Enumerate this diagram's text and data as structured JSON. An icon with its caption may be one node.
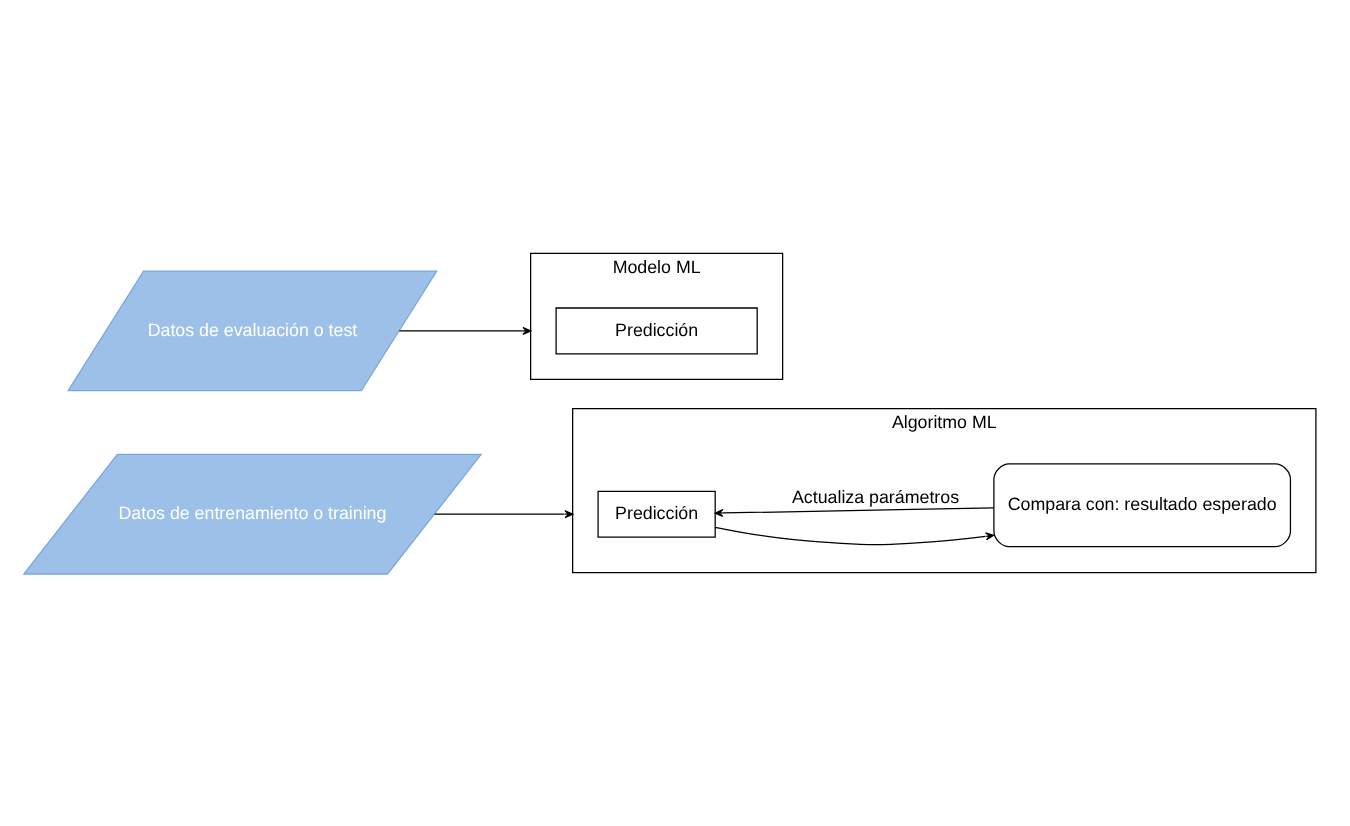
{
  "diagram": {
    "nodes": [
      {
        "text": [
          "Datos de entrenamiento o training"
        ]
      },
      {
        "text": [
          "Algoritmo ML"
        ]
      },
      {
        "text": [
          "Predicción"
        ],
        "in": 1
      },
      {
        "text": [
          "Compara con: resultado esperado"
        ],
        "in": 1
      },
      {
        "text": [
          "Datos de evaluación o test"
        ]
      },
      {
        "text": [
          "Modelo ML"
        ]
      },
      {
        "text": [
          "Predicción"
        ],
        "in": 5
      }
    ],
    "edges": [
      {
        "from": 0,
        "to": 1,
        "arrow": "to"
      },
      {
        "from": 2,
        "to": 3,
        "arrow": "to"
      },
      {
        "from": 3,
        "to": 2,
        "arrow": "to",
        "label": "Actualiza parámetros"
      },
      {
        "from": 4,
        "to": 5,
        "arrow": "to"
      }
    ]
  }
}
